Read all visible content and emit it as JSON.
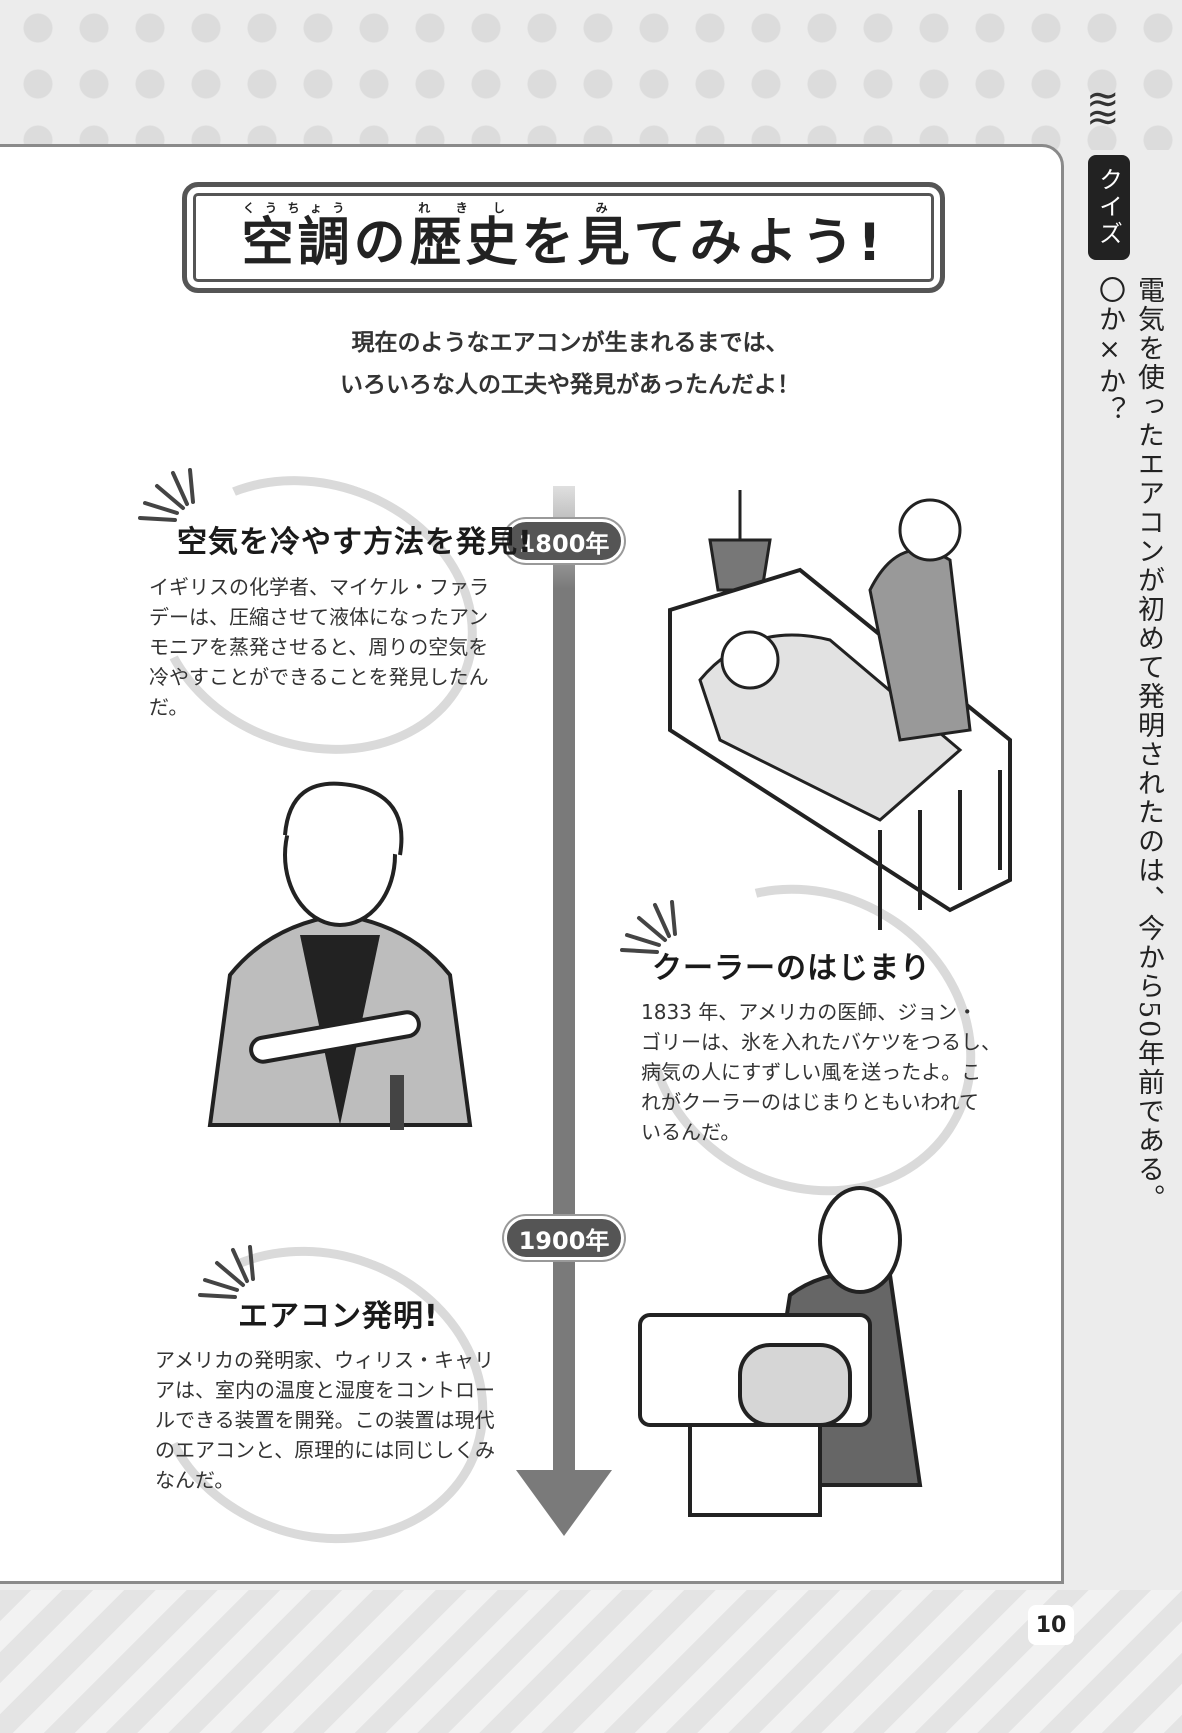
{
  "title": {
    "parts": [
      {
        "kanji": "空調",
        "ruby": "くうちょう"
      },
      {
        "text": "の"
      },
      {
        "kanji": "歴史",
        "ruby": "れきし"
      },
      {
        "text": "を"
      },
      {
        "kanji": "見",
        "ruby": "み"
      },
      {
        "text": "てみよう!"
      }
    ]
  },
  "intro": [
    "現在のようなエアコンが生まれるまでは、",
    "いろいろな人の工夫や発見があったんだよ！"
  ],
  "timeline": {
    "year1": "1800年",
    "year2": "1900年"
  },
  "sections": [
    {
      "heading": "空気を冷やす方法を発見!",
      "body": [
        "イギリスの化学者、マイケル・ファラ",
        "デーは、圧縮させて液体になったアン",
        "モニアを蒸発させると、周りの空気を",
        "冷やすことができることを発見したん",
        "だ。"
      ]
    },
    {
      "heading": "クーラーのはじまり",
      "body": [
        "1833 年、アメリカの医師、ジョン・",
        "ゴリーは、氷を入れたバケツをつるし、",
        "病気の人にすずしい風を送ったよ。こ",
        "れがクーラーのはじまりともいわれて",
        "いるんだ。"
      ]
    },
    {
      "heading": "エアコン発明!",
      "body": [
        "アメリカの発明家、ウィリス・キャリ",
        "アは、室内の温度と湿度をコントロー",
        "ルできる装置を開発。この装置は現代",
        "のエアコンと、原理的には同じしくみ",
        "なんだ。"
      ]
    }
  ],
  "sidebar": {
    "badge": "クイズ",
    "question": "電気を使ったエアコンが初めて発明されたのは、今から50年前である。〇か×か？"
  },
  "page_number": "10"
}
